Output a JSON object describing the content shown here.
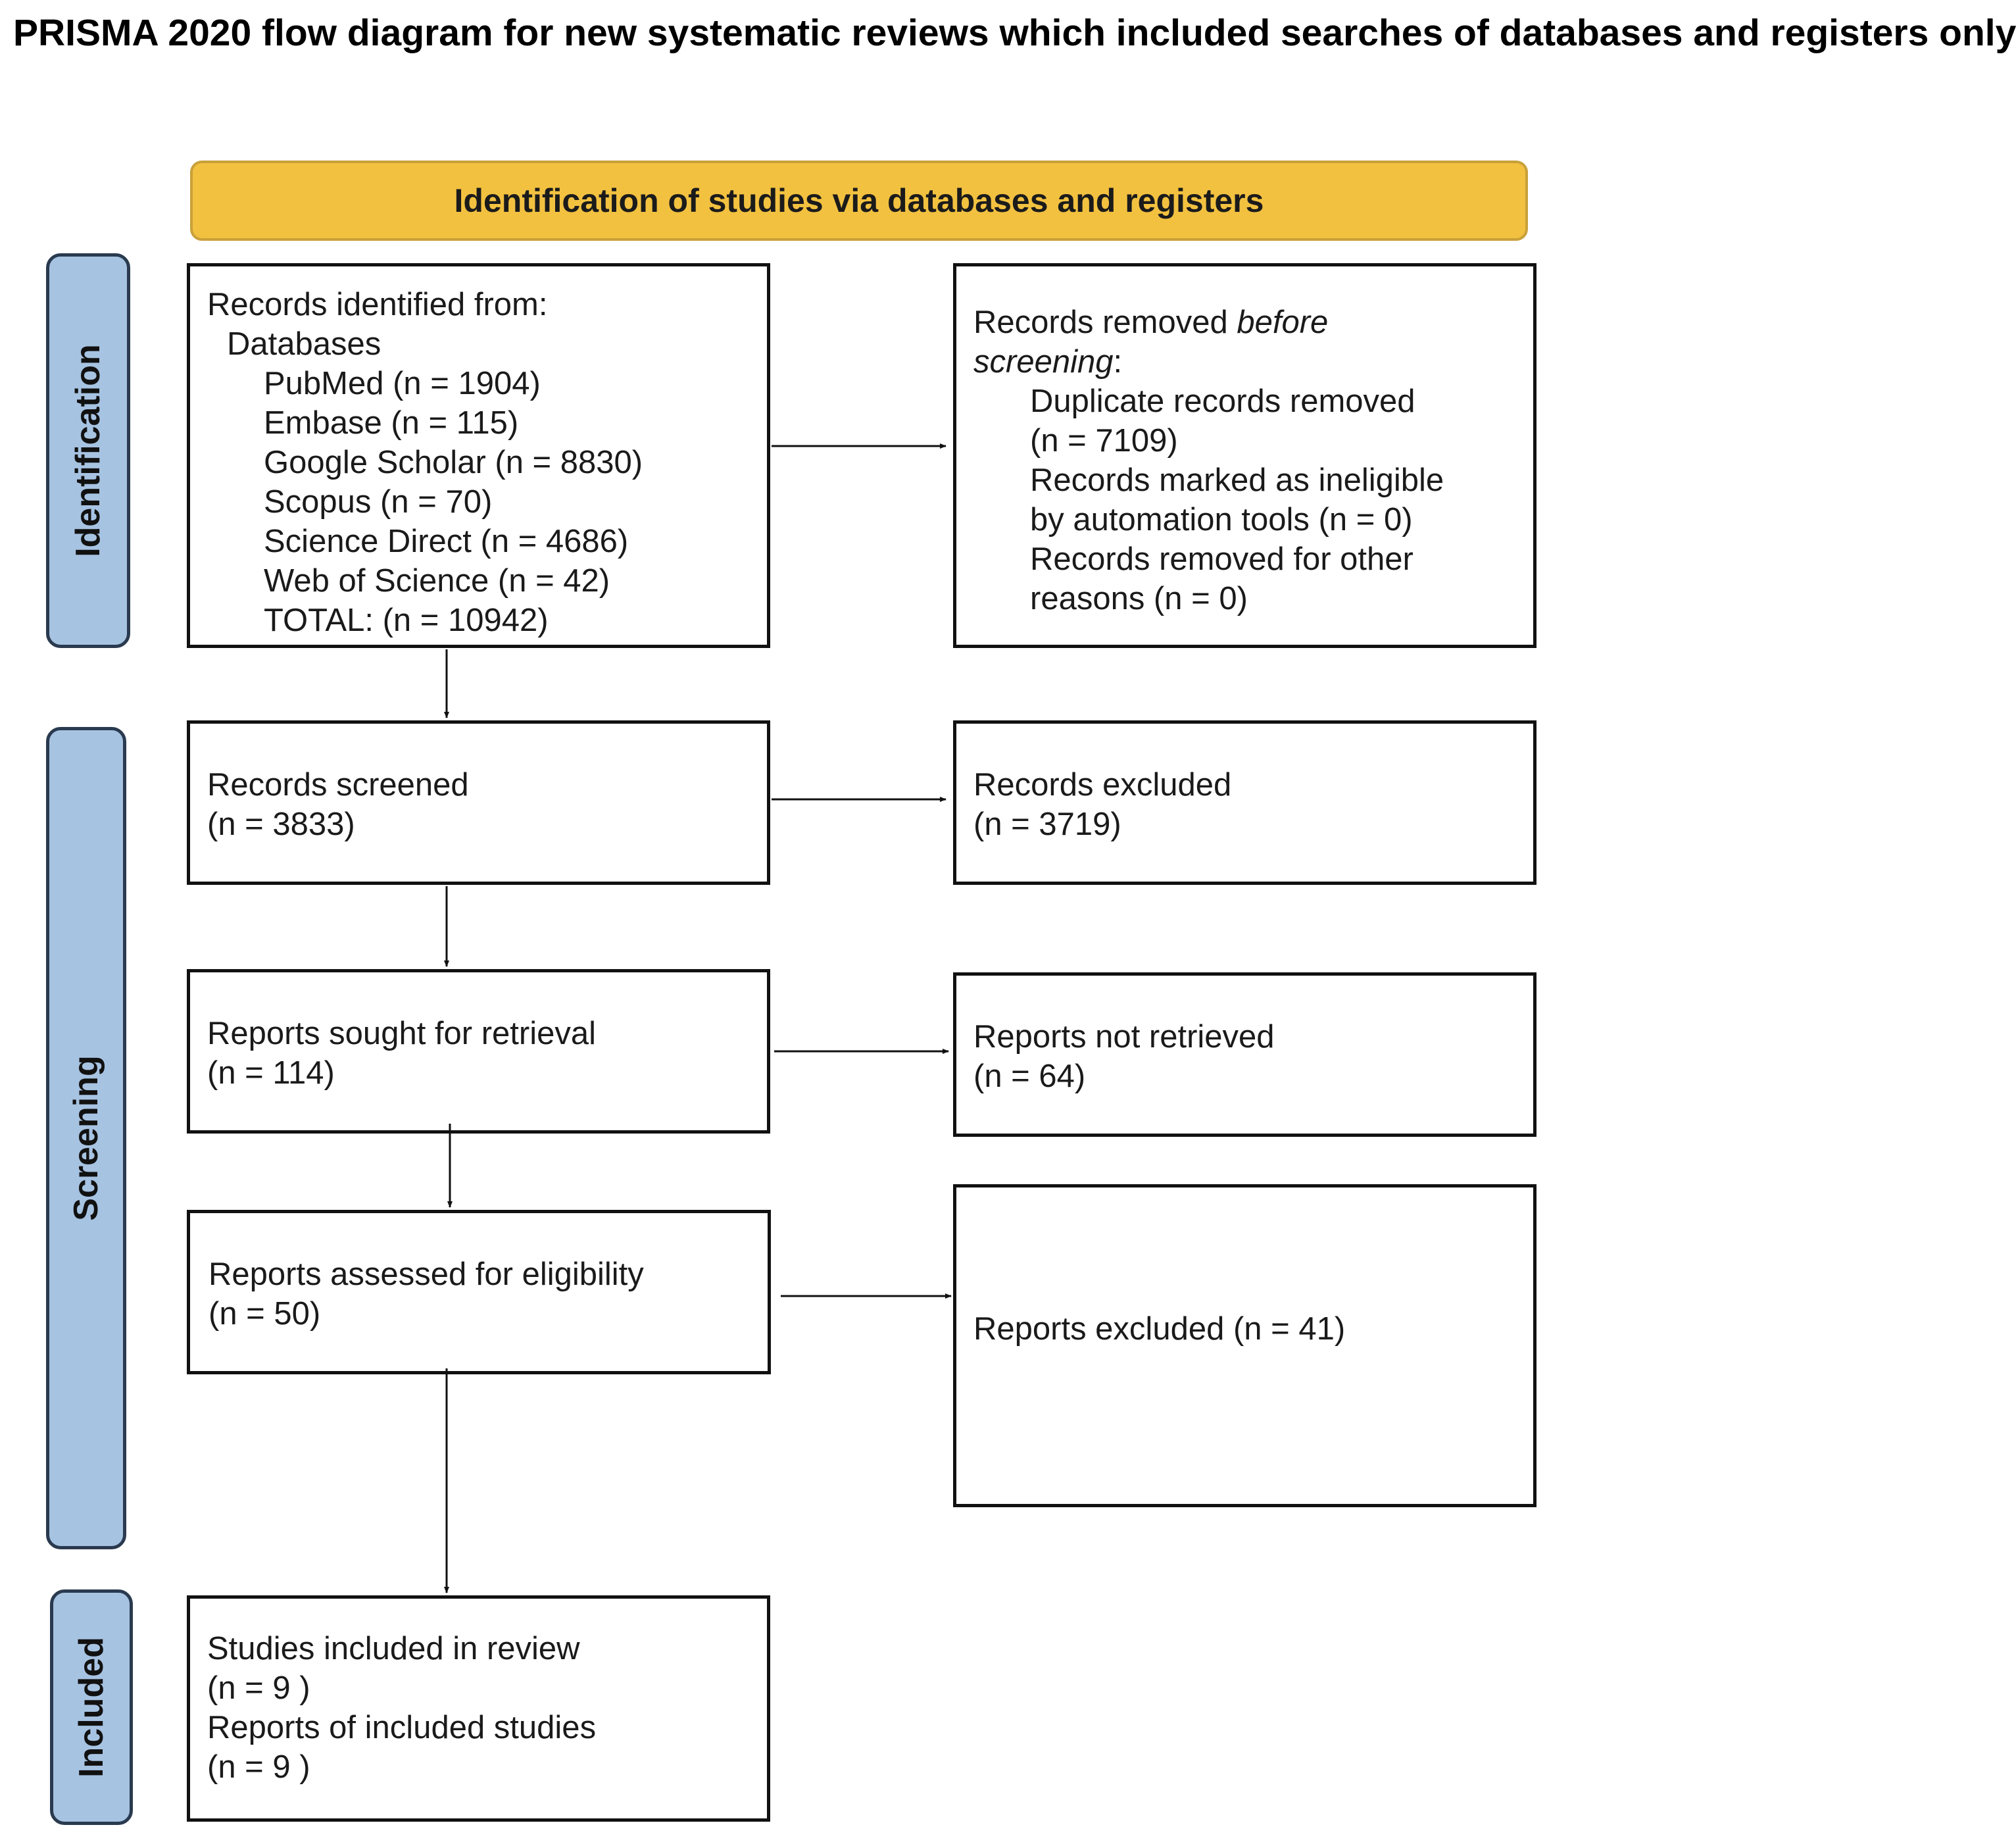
{
  "title": "PRISMA 2020 flow diagram for new systematic reviews which included searches of databases and registers only",
  "header": "Identification of studies via databases and registers",
  "phases": {
    "identification": "Identification",
    "screening": "Screening",
    "included": "Included"
  },
  "records_identified": {
    "heading": "Records identified from:",
    "subheading": "Databases",
    "sources": [
      "PubMed (n = 1904)",
      "Embase (n = 115)",
      "Google Scholar (n = 8830)",
      "Scopus (n = 70)",
      "Science Direct (n = 4686)",
      "Web of Science (n = 42)",
      "TOTAL: (n = 10942)"
    ]
  },
  "records_removed": {
    "line1_prefix": "Records removed ",
    "line1_emphasis": "before",
    "line2_emphasis": "screening",
    "line2_suffix": ":",
    "items": [
      "Duplicate records removed",
      "(n = 7109)",
      "Records marked as ineligible",
      "by automation tools (n = 0)",
      "Records removed for other",
      "reasons (n = 0)"
    ]
  },
  "records_screened": {
    "label": "Records screened",
    "count": "(n = 3833)"
  },
  "records_excluded": {
    "label": "Records excluded",
    "count": "(n = 3719)"
  },
  "reports_sought": {
    "label": "Reports sought for retrieval",
    "count": "(n = 114)"
  },
  "reports_not_retrieved": {
    "label": "Reports not retrieved",
    "count": "(n = 64)"
  },
  "reports_assessed": {
    "label": "Reports assessed for eligibility",
    "count": "(n = 50)"
  },
  "reports_excluded": {
    "label": "Reports excluded (n = 41)"
  },
  "included": {
    "studies_label": "Studies included in review",
    "studies_count": "(n = 9 )",
    "reports_label": "Reports of included studies",
    "reports_count": "(n = 9 )"
  }
}
